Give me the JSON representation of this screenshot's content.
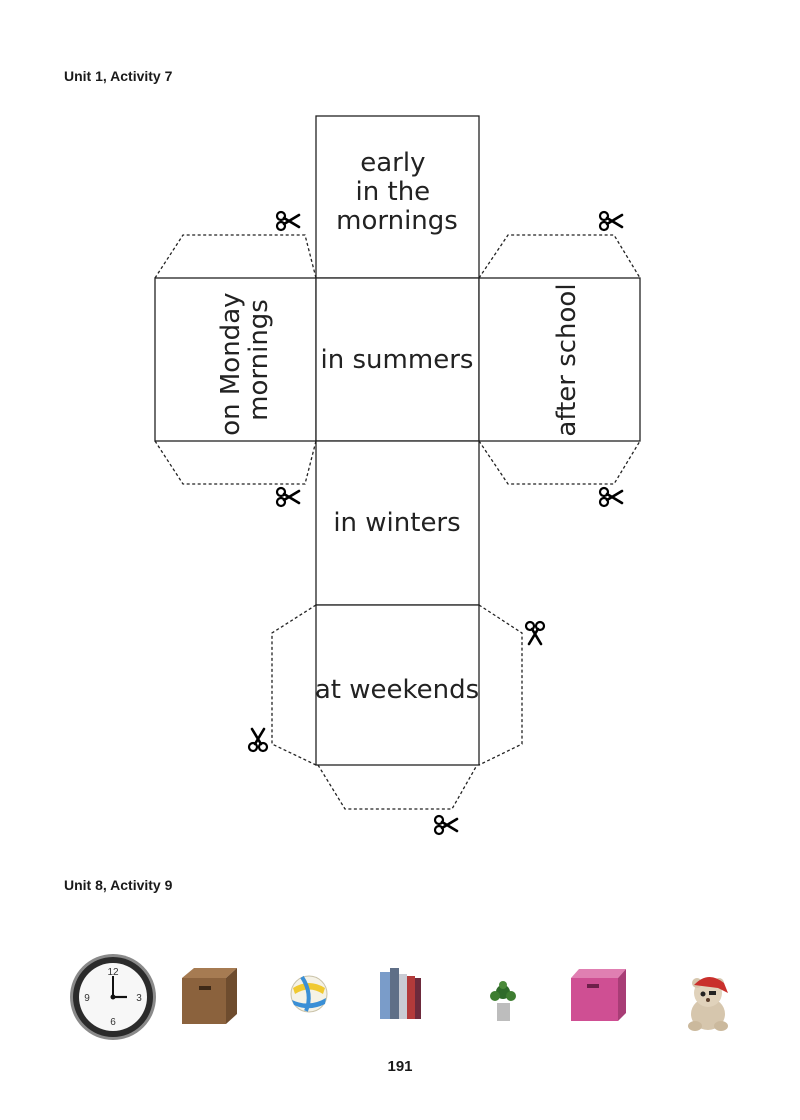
{
  "heading_unit1": "Unit 1, Activity 7",
  "heading_unit8": "Unit 8, Activity 9",
  "cube_faces": {
    "top": [
      "early",
      "in the",
      "mornings"
    ],
    "left": [
      "on Monday",
      "mornings"
    ],
    "center": "in summers",
    "right": "after school",
    "below": "in winters",
    "bottom": "at weekends"
  },
  "clock_numbers": [
    "12",
    "3",
    "6",
    "9"
  ],
  "icons": [
    "clock-icon",
    "cardboard-box-icon",
    "ball-icon",
    "books-icon",
    "plant-icon",
    "pink-box-icon",
    "teddy-bear-icon"
  ],
  "scissors_icon": "scissors-icon",
  "page_number": "191"
}
